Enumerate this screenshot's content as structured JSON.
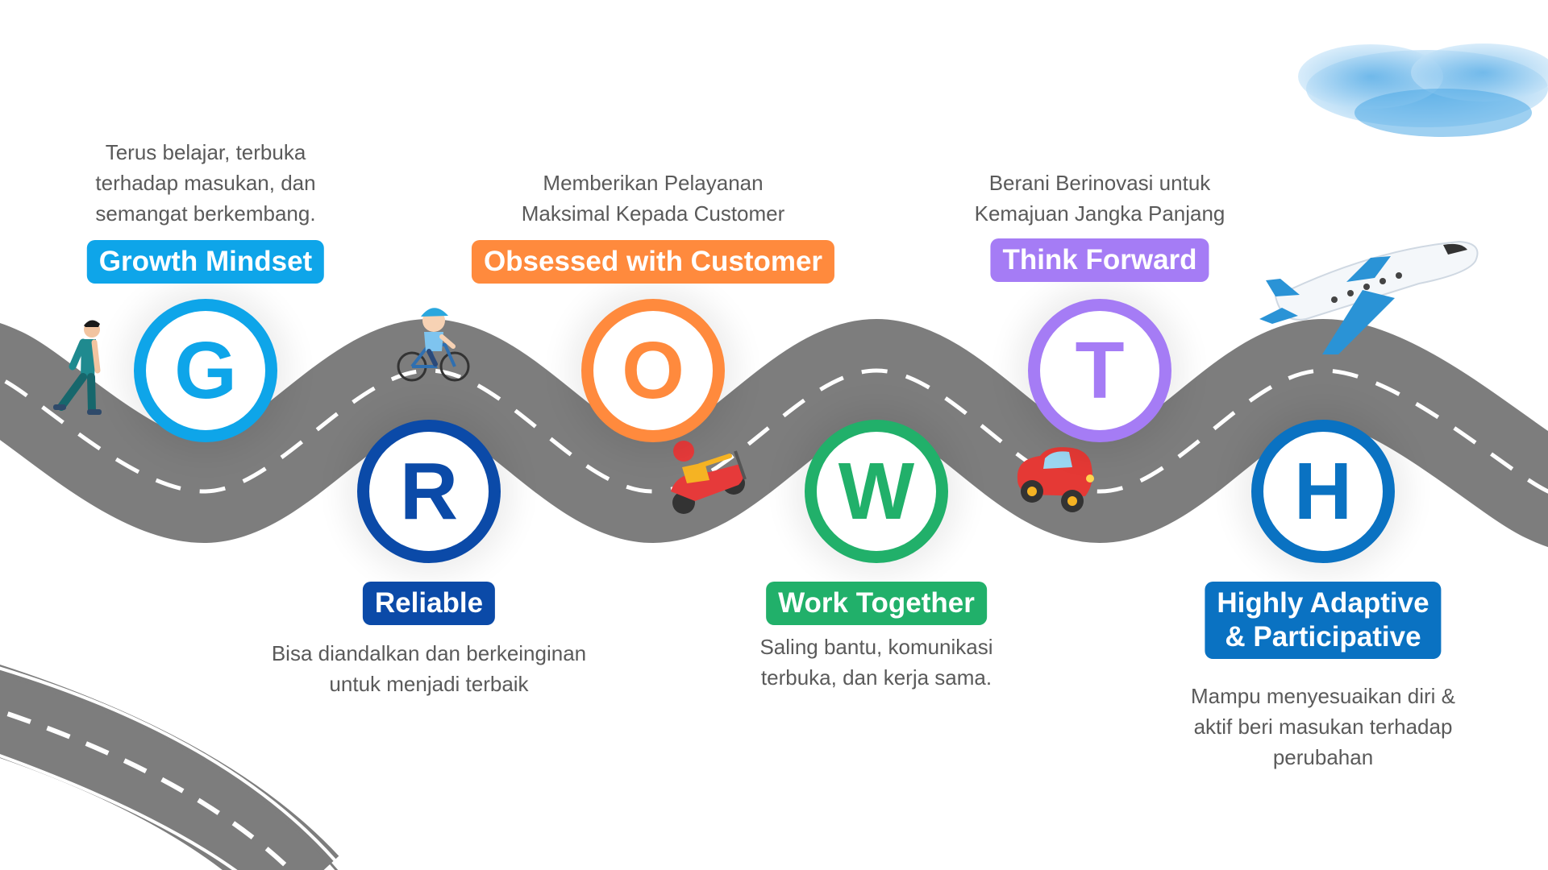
{
  "values": [
    {
      "letter": "G",
      "title": [
        "Growth Mindset"
      ],
      "description": [
        "Terus belajar, terbuka",
        "terhadap masukan, dan",
        "semangat berkembang."
      ],
      "color": "#0ea5e9"
    },
    {
      "letter": "R",
      "title": [
        "Reliable"
      ],
      "description": [
        "Bisa diandalkan dan berkeinginan",
        "untuk menjadi terbaik"
      ],
      "color": "#0b4aa8"
    },
    {
      "letter": "O",
      "title": [
        "Obsessed with Customer"
      ],
      "description": [
        "Memberikan Pelayanan",
        "Maksimal Kepada Customer"
      ],
      "color": "#ff8a3d"
    },
    {
      "letter": "W",
      "title": [
        "Work Together"
      ],
      "description": [
        "Saling bantu, komunikasi",
        "terbuka, dan kerja sama."
      ],
      "color": "#21b06a"
    },
    {
      "letter": "T",
      "title": [
        "Think Forward"
      ],
      "description": [
        "Berani Berinovasi untuk",
        "Kemajuan Jangka Panjang"
      ],
      "color": "#a57cf5"
    },
    {
      "letter": "H",
      "title": [
        "Highly Adaptive",
        "& Participative"
      ],
      "description": [
        "Mampu menyesuaikan diri &",
        "aktif beri masukan terhadap",
        "perubahan"
      ],
      "color": "#0a72c2"
    }
  ],
  "illustrations": [
    "walking-person-icon",
    "cyclist-icon",
    "scooter-rider-icon",
    "red-car-icon",
    "airplane-icon",
    "cloud-icon"
  ],
  "colors": {
    "road": "#7d7d7d",
    "road_marking": "#ffffff",
    "text": "#5a5a5a",
    "cloud": "#5fb3e8"
  }
}
